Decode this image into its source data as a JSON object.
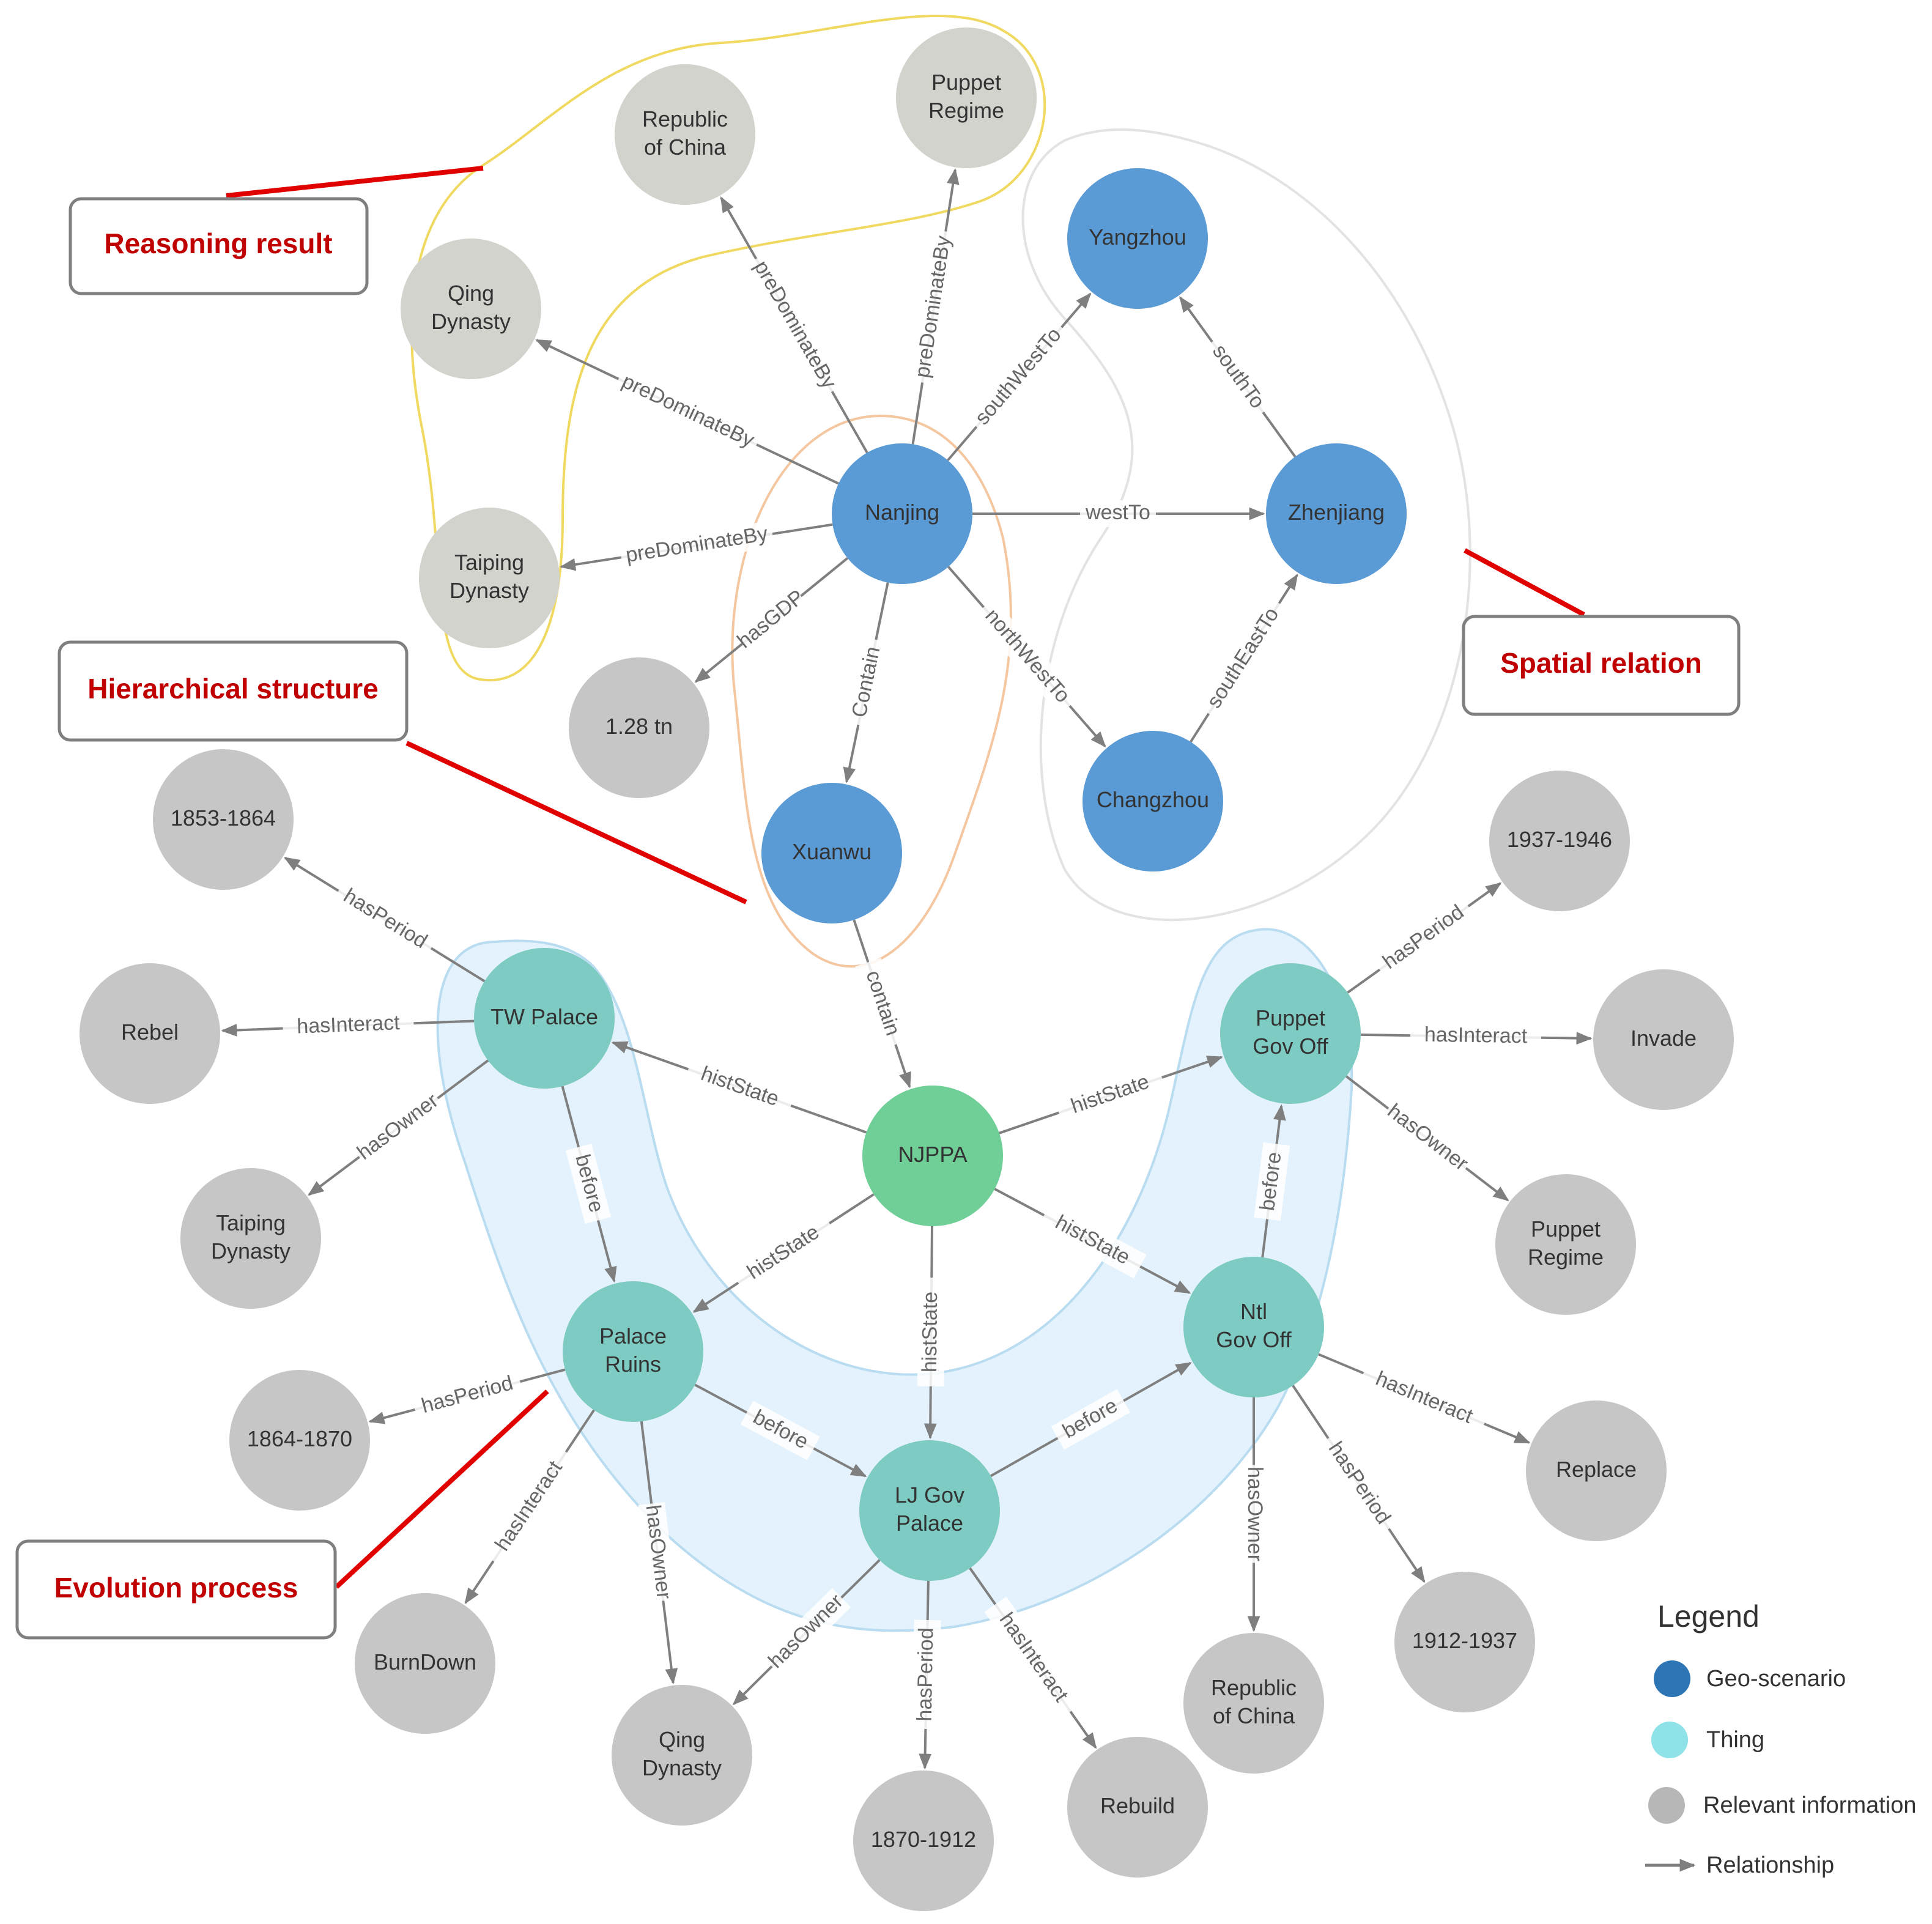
{
  "colors": {
    "geo": "#5b9bd5",
    "thing": "#7dcbc2",
    "thing_center": "#6fcf97",
    "info": "#c6c6c6",
    "info_light": "#d1d3cc",
    "edge": "#7f7f7f",
    "callout": "#c00000",
    "hull_blue": "#dff0fb",
    "hull_yellow": "#f0d960",
    "hull_orange": "#f4c7a1",
    "hull_gray": "#e3e3e3"
  },
  "nodes": [
    {
      "id": "nanjing",
      "label": "Nanjing",
      "type": "geo"
    },
    {
      "id": "yangzhou",
      "label": "Yangzhou",
      "type": "geo"
    },
    {
      "id": "zhenjiang",
      "label": "Zhenjiang",
      "type": "geo"
    },
    {
      "id": "changzhou",
      "label": "Changzhou",
      "type": "geo"
    },
    {
      "id": "xuanwu",
      "label": "Xuanwu",
      "type": "geo"
    },
    {
      "id": "roc_top",
      "label": "Republic of China",
      "type": "info_light"
    },
    {
      "id": "puppet_top",
      "label": "Puppet Regime",
      "type": "info_light"
    },
    {
      "id": "qing_top",
      "label": "Qing Dynasty",
      "type": "info_light"
    },
    {
      "id": "taiping_top",
      "label": "Taiping Dynasty",
      "type": "info_light"
    },
    {
      "id": "gdp",
      "label": "1.28 tn",
      "type": "info"
    },
    {
      "id": "njppa",
      "label": "NJPPA",
      "type": "thing_center"
    },
    {
      "id": "twpalace",
      "label": "TW Palace",
      "type": "thing"
    },
    {
      "id": "ruins",
      "label": "Palace Ruins",
      "type": "thing"
    },
    {
      "id": "ljgov",
      "label": "LJ Gov Palace",
      "type": "thing"
    },
    {
      "id": "ntlgov",
      "label": "Ntl Gov Off",
      "type": "thing"
    },
    {
      "id": "puppetgov",
      "label": "Puppet Gov Off",
      "type": "thing"
    },
    {
      "id": "p1853",
      "label": "1853-1864",
      "type": "info"
    },
    {
      "id": "rebel",
      "label": "Rebel",
      "type": "info"
    },
    {
      "id": "taiping_b",
      "label": "Taiping Dynasty",
      "type": "info"
    },
    {
      "id": "p1864",
      "label": "1864-1870",
      "type": "info"
    },
    {
      "id": "burndown",
      "label": "BurnDown",
      "type": "info"
    },
    {
      "id": "qing_b",
      "label": "Qing Dynasty",
      "type": "info"
    },
    {
      "id": "p1870",
      "label": "1870-1912",
      "type": "info"
    },
    {
      "id": "rebuild",
      "label": "Rebuild",
      "type": "info"
    },
    {
      "id": "roc_b",
      "label": "Republic of China",
      "type": "info"
    },
    {
      "id": "p1912",
      "label": "1912-1937",
      "type": "info"
    },
    {
      "id": "replace",
      "label": "Replace",
      "type": "info"
    },
    {
      "id": "puppet_b",
      "label": "Puppet Regime",
      "type": "info"
    },
    {
      "id": "invade",
      "label": "Invade",
      "type": "info"
    },
    {
      "id": "p1937",
      "label": "1937-1946",
      "type": "info"
    }
  ],
  "edges": [
    {
      "from": "nanjing",
      "to": "roc_top",
      "label": "preDominateBy"
    },
    {
      "from": "nanjing",
      "to": "puppet_top",
      "label": "preDominateBy"
    },
    {
      "from": "nanjing",
      "to": "qing_top",
      "label": "preDominateBy"
    },
    {
      "from": "nanjing",
      "to": "taiping_top",
      "label": "preDominateBy"
    },
    {
      "from": "nanjing",
      "to": "yangzhou",
      "label": "southWestTo"
    },
    {
      "from": "nanjing",
      "to": "zhenjiang",
      "label": "westTo"
    },
    {
      "from": "zhenjiang",
      "to": "yangzhou",
      "label": "southTo"
    },
    {
      "from": "changzhou",
      "to": "zhenjiang",
      "label": "southEastTo"
    },
    {
      "from": "nanjing",
      "to": "changzhou",
      "label": "northWestTo"
    },
    {
      "from": "nanjing",
      "to": "gdp",
      "label": "hasGDP"
    },
    {
      "from": "nanjing",
      "to": "xuanwu",
      "label": "Contain"
    },
    {
      "from": "xuanwu",
      "to": "njppa",
      "label": "contain"
    },
    {
      "from": "njppa",
      "to": "twpalace",
      "label": "histState"
    },
    {
      "from": "njppa",
      "to": "ruins",
      "label": "histState"
    },
    {
      "from": "njppa",
      "to": "ljgov",
      "label": "histState"
    },
    {
      "from": "njppa",
      "to": "ntlgov",
      "label": "histState"
    },
    {
      "from": "njppa",
      "to": "puppetgov",
      "label": "histState"
    },
    {
      "from": "twpalace",
      "to": "ruins",
      "label": "before"
    },
    {
      "from": "ruins",
      "to": "ljgov",
      "label": "before"
    },
    {
      "from": "ljgov",
      "to": "ntlgov",
      "label": "before"
    },
    {
      "from": "ntlgov",
      "to": "puppetgov",
      "label": "before"
    },
    {
      "from": "twpalace",
      "to": "p1853",
      "label": "hasPeriod"
    },
    {
      "from": "twpalace",
      "to": "rebel",
      "label": "hasInteract"
    },
    {
      "from": "twpalace",
      "to": "taiping_b",
      "label": "hasOwner"
    },
    {
      "from": "ruins",
      "to": "p1864",
      "label": "hasPeriod"
    },
    {
      "from": "ruins",
      "to": "burndown",
      "label": "hasInteract"
    },
    {
      "from": "ruins",
      "to": "qing_b",
      "label": "hasOwner"
    },
    {
      "from": "ljgov",
      "to": "qing_b",
      "label": "hasOwner"
    },
    {
      "from": "ljgov",
      "to": "p1870",
      "label": "hasPeriod"
    },
    {
      "from": "ljgov",
      "to": "rebuild",
      "label": "hasInteract"
    },
    {
      "from": "ntlgov",
      "to": "roc_b",
      "label": "hasOwner"
    },
    {
      "from": "ntlgov",
      "to": "p1912",
      "label": "hasPeriod"
    },
    {
      "from": "ntlgov",
      "to": "replace",
      "label": "hasInteract"
    },
    {
      "from": "puppetgov",
      "to": "puppet_b",
      "label": "hasOwner"
    },
    {
      "from": "puppetgov",
      "to": "invade",
      "label": "hasInteract"
    },
    {
      "from": "puppetgov",
      "to": "p1937",
      "label": "hasPeriod"
    }
  ],
  "callouts": [
    {
      "id": "reasoning",
      "label": "Reasoning result"
    },
    {
      "id": "hierarchy",
      "label": "Hierarchical structure"
    },
    {
      "id": "spatial",
      "label": "Spatial relation"
    },
    {
      "id": "evolution",
      "label": "Evolution process"
    }
  ],
  "legend": {
    "title": "Legend",
    "items": [
      {
        "label": "Geo-scenario",
        "color": "#2e75b6",
        "kind": "circle"
      },
      {
        "label": "Thing",
        "color": "#8fe3e8",
        "kind": "circle"
      },
      {
        "label": "Relevant information",
        "color": "#b7b7b7",
        "kind": "circle"
      },
      {
        "label": "Relationship",
        "color": "#7f7f7f",
        "kind": "arrow"
      }
    ]
  }
}
